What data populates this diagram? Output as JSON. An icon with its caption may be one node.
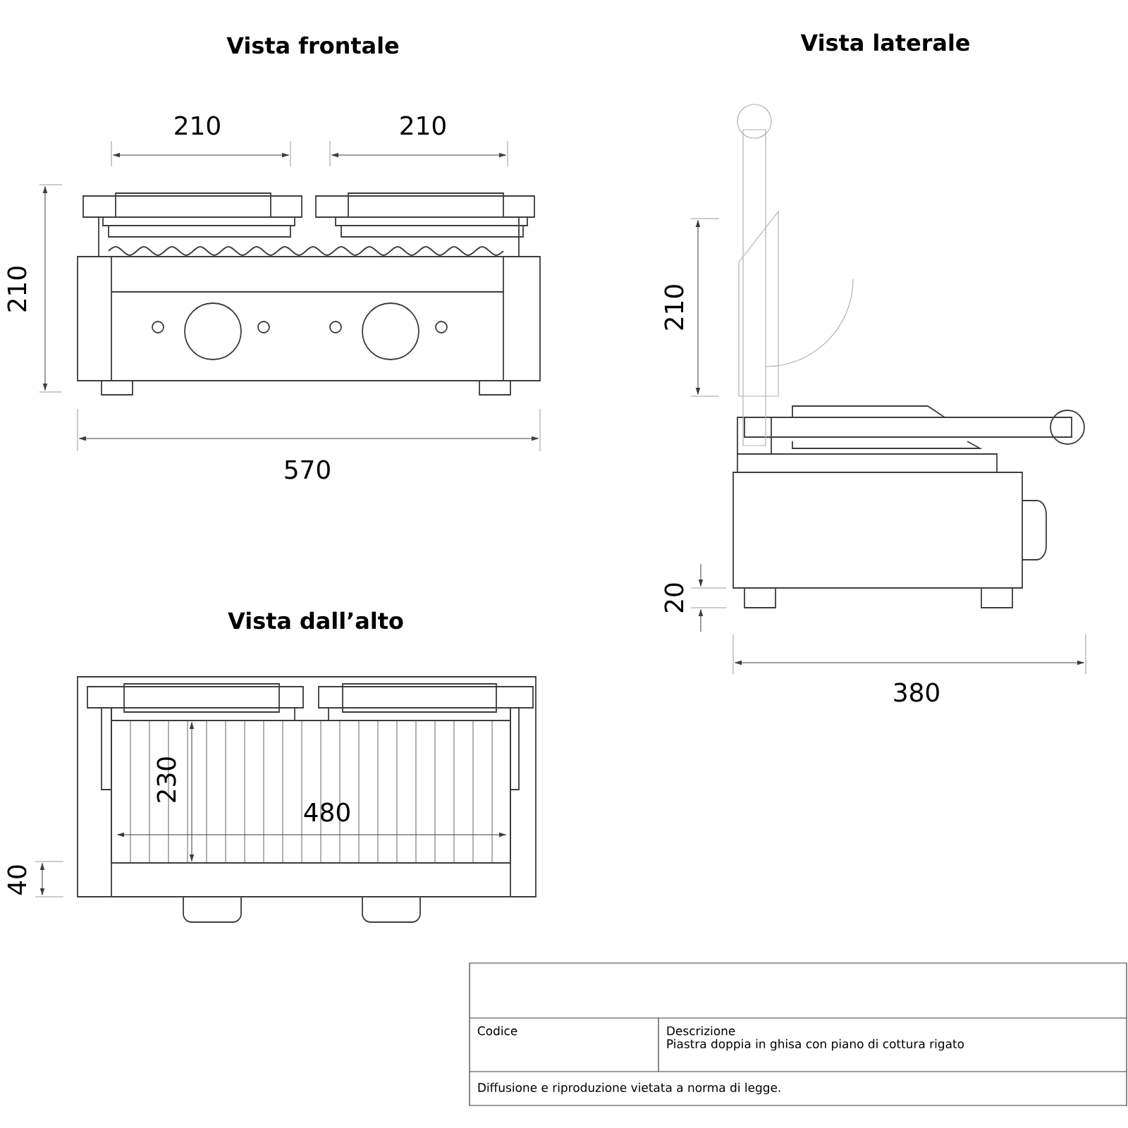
{
  "diagram": {
    "labels": [
      "Vista frontale",
      "Vista laterale",
      "210",
      "210",
      "210",
      "570",
      "210",
      "20",
      "380",
      "Vista dall’alto",
      "230",
      "480",
      "40",
      "Codice",
      "Descrizione",
      "Piastra doppia in ghisa con piano di cottura rigato",
      "Diffusione e riproduzione vietata a norma di legge."
    ]
  }
}
